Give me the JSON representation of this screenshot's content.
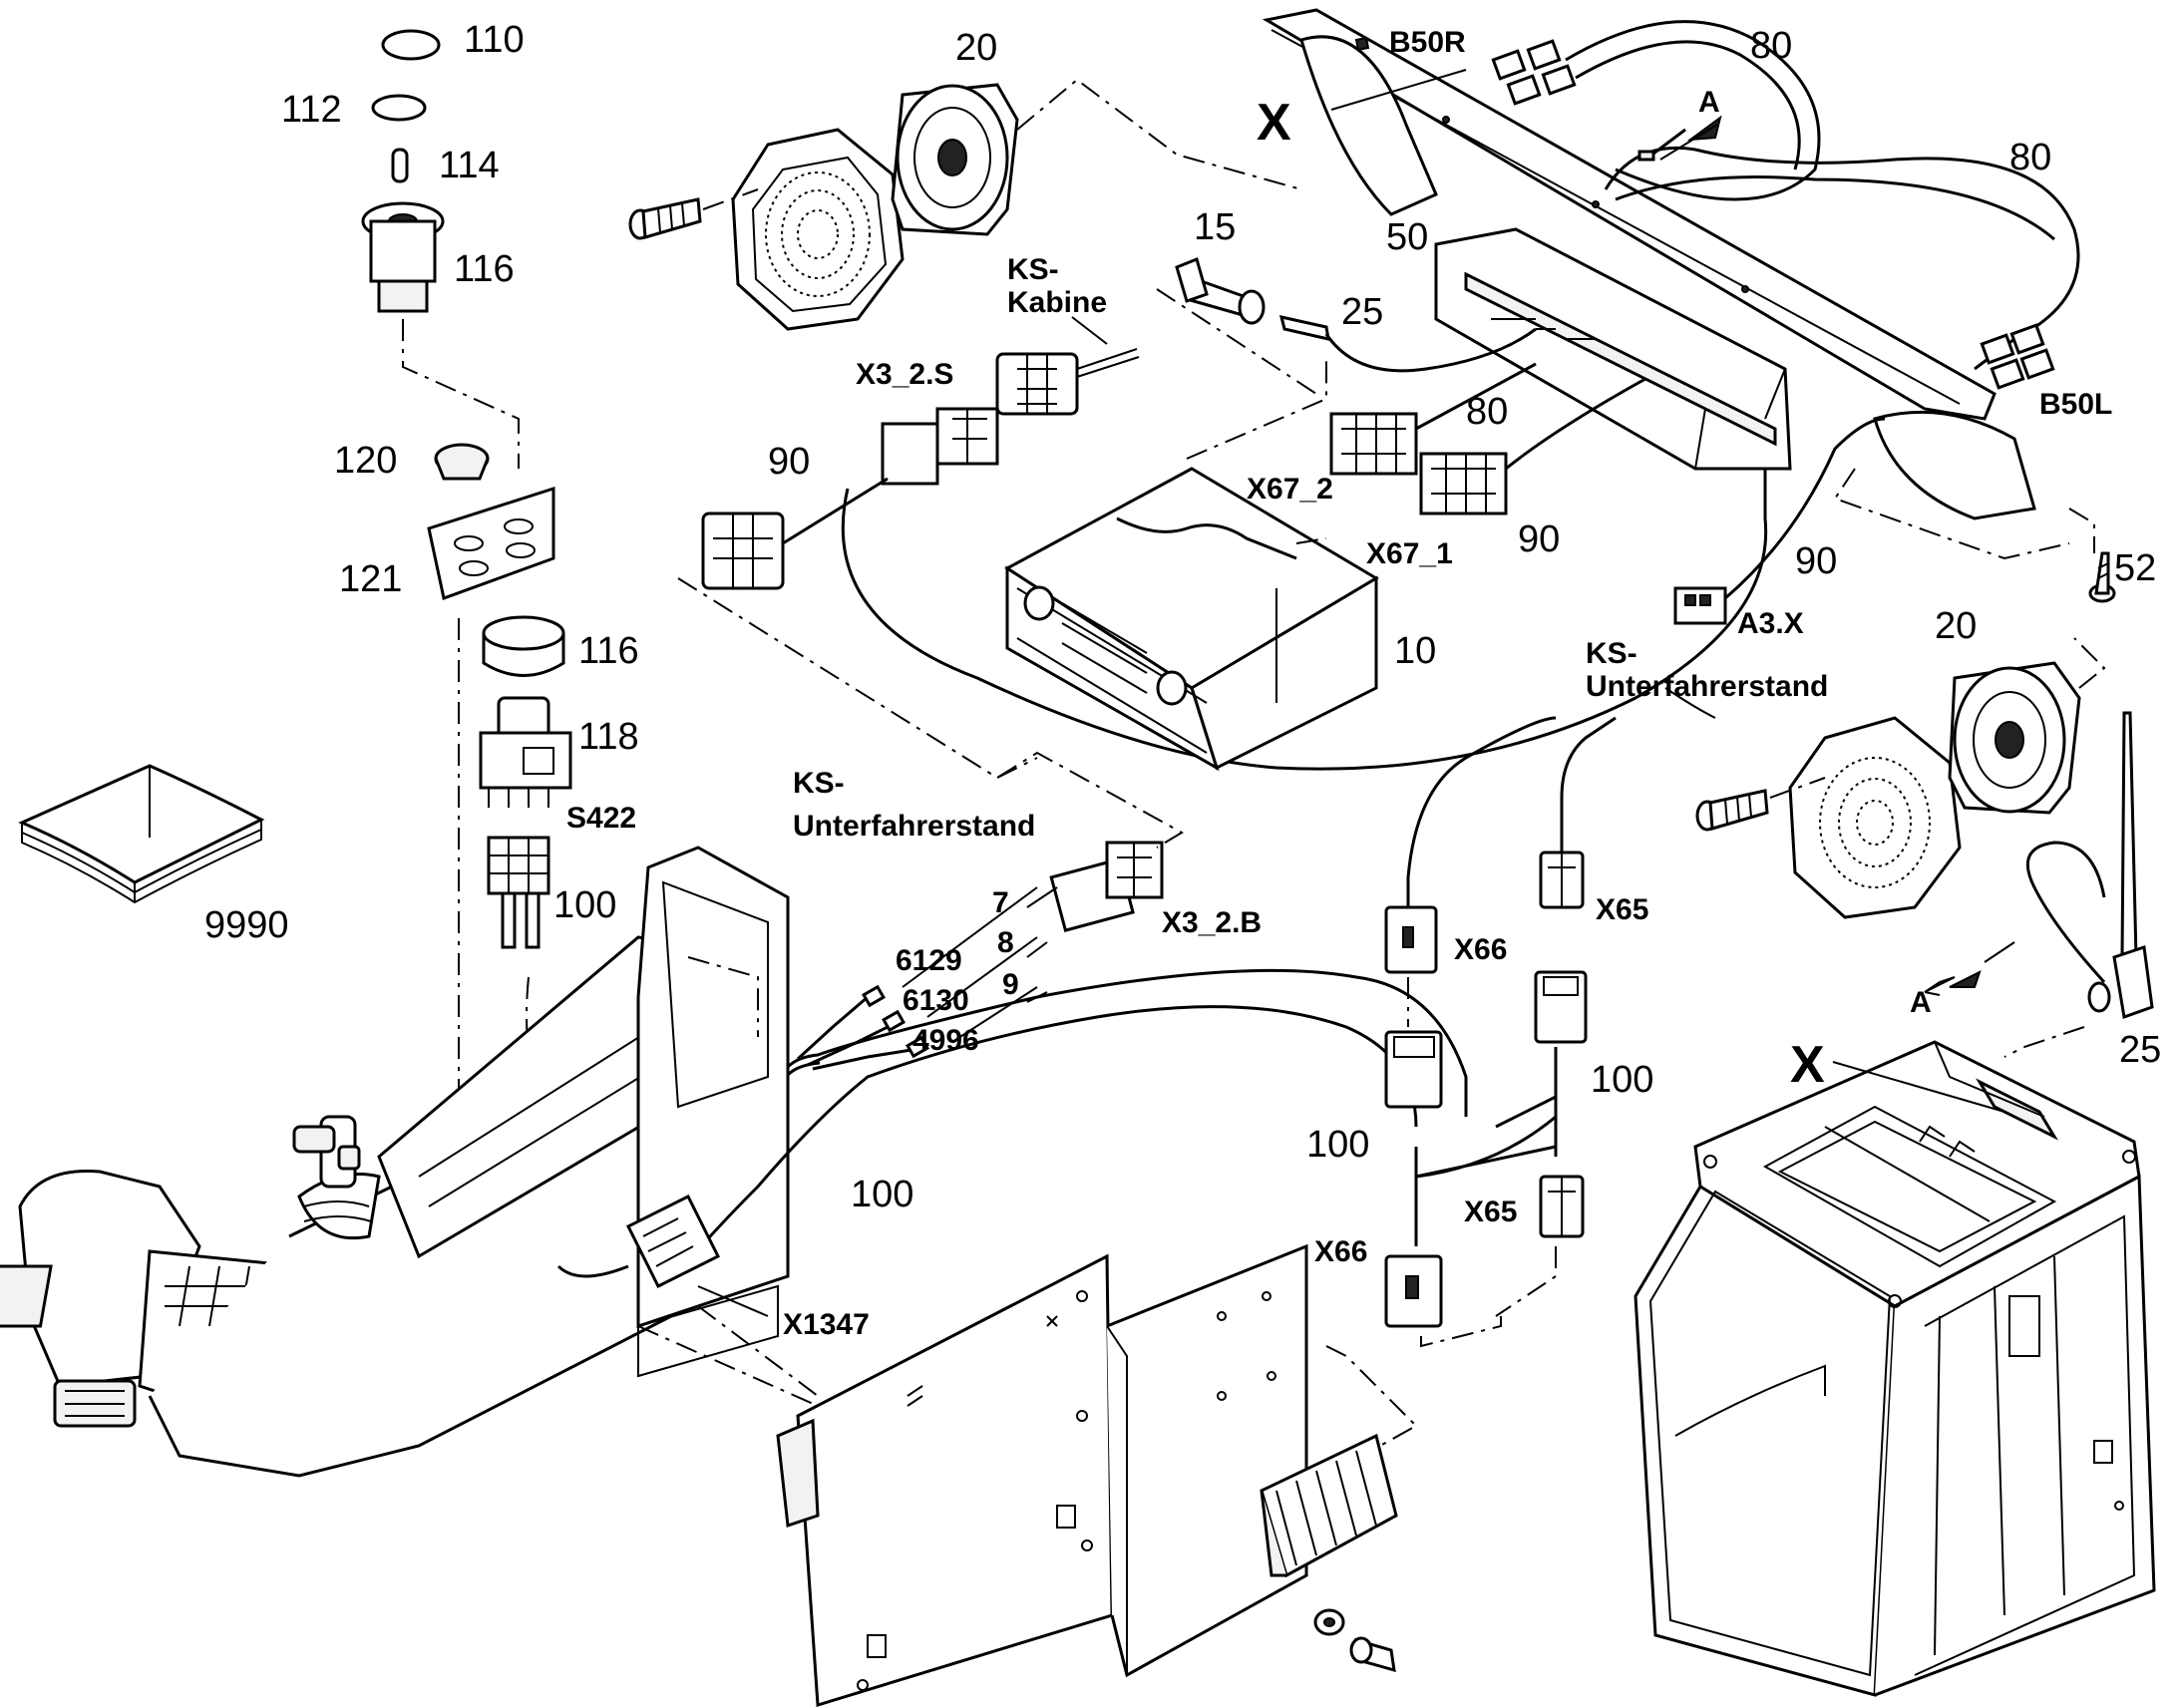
{
  "labels": {
    "n110": "110",
    "n112": "112",
    "n114": "114",
    "n116a": "116",
    "n120": "120",
    "n121": "121",
    "n116b": "116",
    "n118": "118",
    "s422": "S422",
    "n100a": "100",
    "n9990": "9990",
    "n20a": "20",
    "n20b": "20",
    "n15": "15",
    "n25a": "25",
    "n25b": "25",
    "n50": "50",
    "n80a": "80",
    "n80b": "80",
    "n80c": "80",
    "n90a": "90",
    "n90b": "90",
    "n90c": "90",
    "n10": "10",
    "n52": "52",
    "n100b": "100",
    "n100c": "100",
    "n100d": "100",
    "b50r": "B50R",
    "b50l": "B50L",
    "a3x": "A3.X",
    "x67_2": "X67_2",
    "x67_1": "X67_1",
    "x3_2s": "X3_2.S",
    "x3_2b": "X3_2.B",
    "x66a": "X66",
    "x66b": "X66",
    "x65a": "X65",
    "x65b": "X65",
    "x1347": "X1347",
    "ks_kabine_1": "KS-",
    "ks_kabine_2": "Kabine",
    "ks_unter_a1": "KS-",
    "ks_unter_a2": "Unterfahrerstand",
    "ks_unter_b1": "KS-",
    "ks_unter_b2": "Unterfahrerstand",
    "wire_6129": "6129",
    "wire_6130": "6130",
    "wire_4996": "4996",
    "pin_7": "7",
    "pin_8": "8",
    "pin_9": "9",
    "view_x_top": "X",
    "view_x_cab": "X",
    "arrow_a_top": "A",
    "arrow_a_ant": "A"
  }
}
